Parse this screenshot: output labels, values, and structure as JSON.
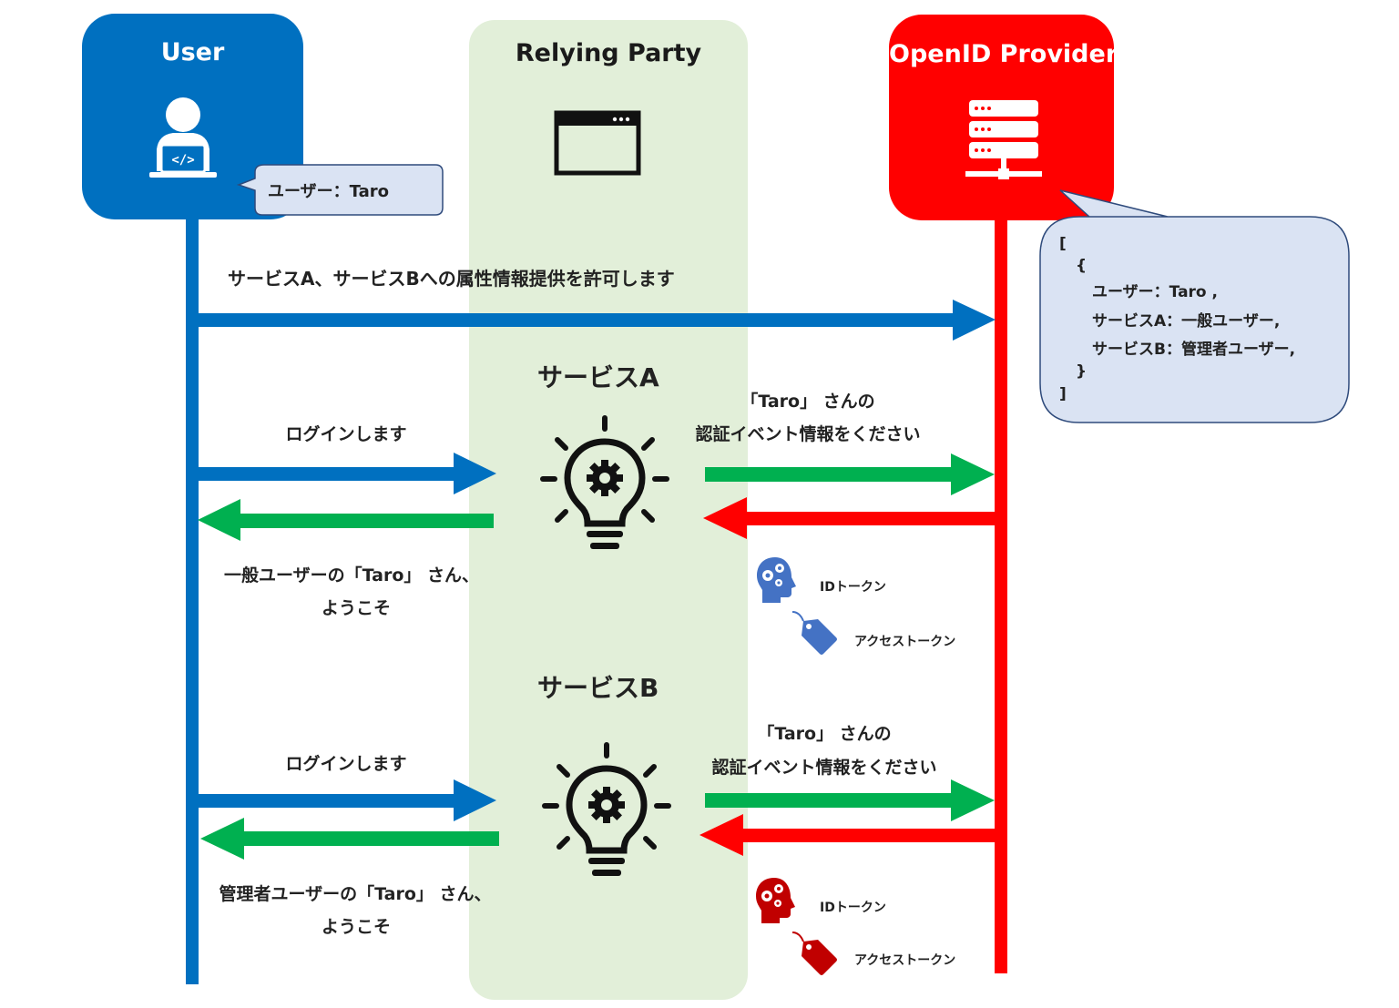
{
  "actors": {
    "user": "User",
    "relying_party": "Relying Party",
    "openid_provider": "OpenID Provider"
  },
  "user_bubble": {
    "text": "ユーザー：Taro"
  },
  "op_bubble": {
    "lines": [
      "[",
      "{",
      "ユーザー：Taro ,",
      "サービスA：一般ユーザー,",
      "サービスB：管理者ユーザー,",
      "}",
      "]"
    ]
  },
  "consent_message": "サービスA、サービスBへの属性情報提供を許可します",
  "service_a": {
    "title": "サービスA",
    "login": "ログインします",
    "request_line1": "「Taro」 さんの",
    "request_line2": "認証イベント情報をください",
    "welcome_line1": "一般ユーザーの「Taro」 さん、",
    "welcome_line2": "ようこそ",
    "id_token": "IDトークン",
    "access_token": "アクセストークン"
  },
  "service_b": {
    "title": "サービスB",
    "login": "ログインします",
    "request_line1": "「Taro」 さんの",
    "request_line2": "認証イベント情報をください",
    "welcome_line1": "管理者ユーザーの「Taro」 さん、",
    "welcome_line2": "ようこそ",
    "id_token": "IDトークン",
    "access_token": "アクセストークン"
  },
  "colors": {
    "user_blue": "#0070c0",
    "op_red": "#ff0000",
    "response_green": "#00b050",
    "rp_lane": "#e2efd9",
    "bubble_fill": "#dae3f3",
    "token_blue": "#4472c4",
    "token_red": "#c00000"
  },
  "icons": {
    "user": "developer-laptop-icon",
    "relying_party": "browser-window-icon",
    "openid_provider": "server-stack-icon",
    "service": "lightbulb-gear-icon",
    "id_token": "head-gears-icon",
    "access_token": "tag-icon"
  }
}
